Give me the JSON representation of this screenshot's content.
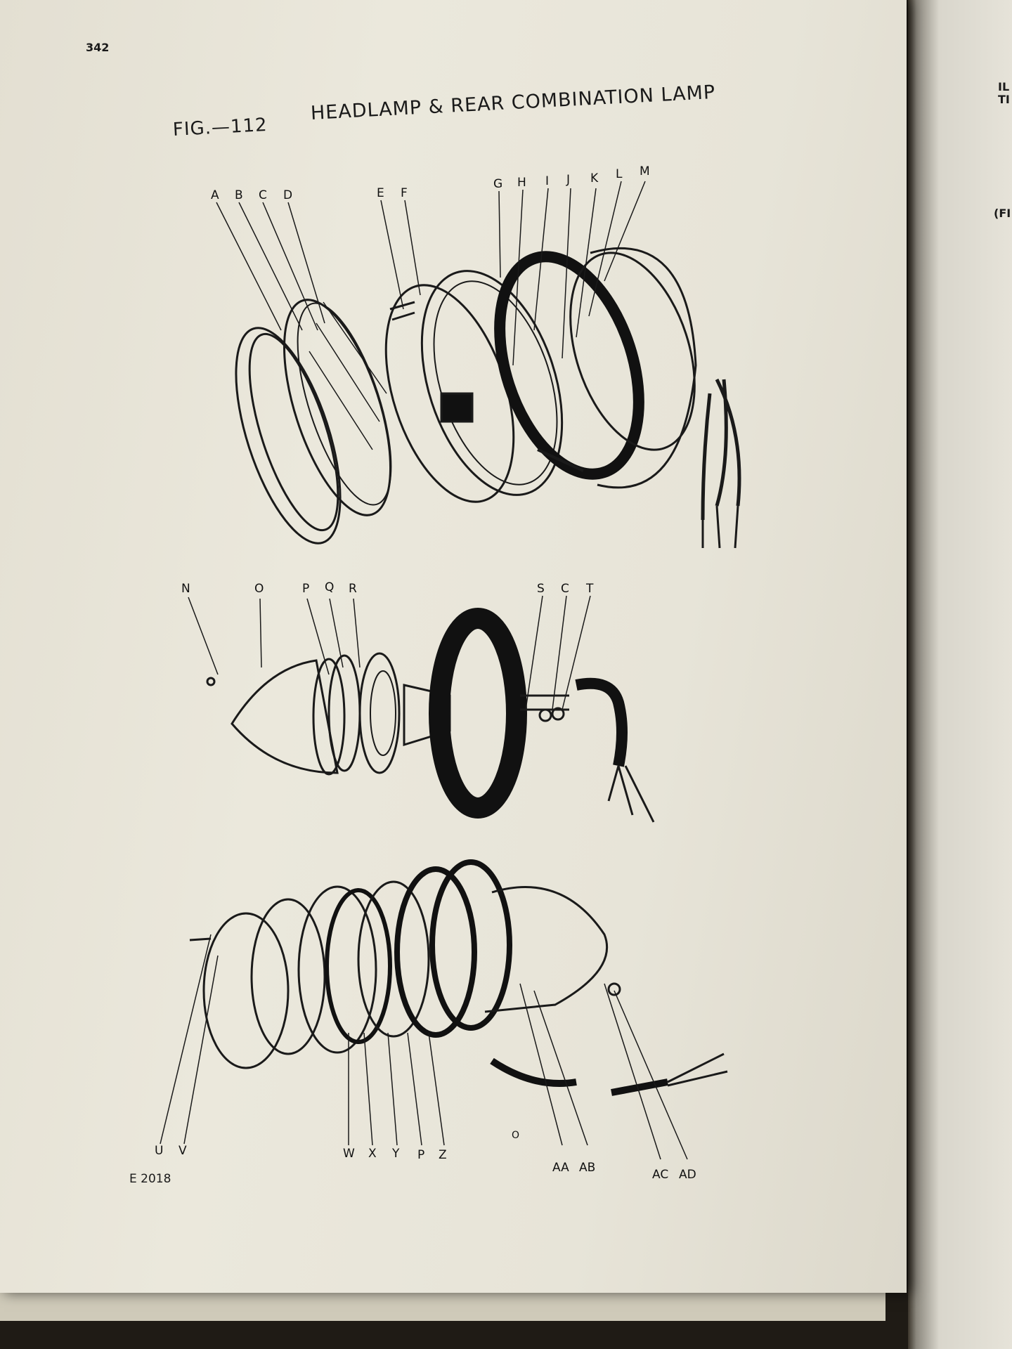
{
  "page": {
    "number": "342",
    "figure_label": "FIG.—112",
    "figure_title": "HEADLAMP & REAR COMBINATION LAMP",
    "print_code": "E 2018"
  },
  "facing_page": {
    "fragment_1": "IL\nTI",
    "fragment_2": "(FI"
  },
  "callouts": {
    "headlamp": [
      "A",
      "B",
      "C",
      "D",
      "E",
      "F",
      "G",
      "H",
      "I",
      "J",
      "K",
      "L",
      "M"
    ],
    "inspection_lamp": [
      "N",
      "O",
      "P",
      "Q",
      "R",
      "S",
      "C",
      "T"
    ],
    "rear_lamp": [
      "U",
      "V",
      "W",
      "X",
      "Y",
      "P",
      "Z",
      "O",
      "AA",
      "AB",
      "AC",
      "AD"
    ]
  }
}
